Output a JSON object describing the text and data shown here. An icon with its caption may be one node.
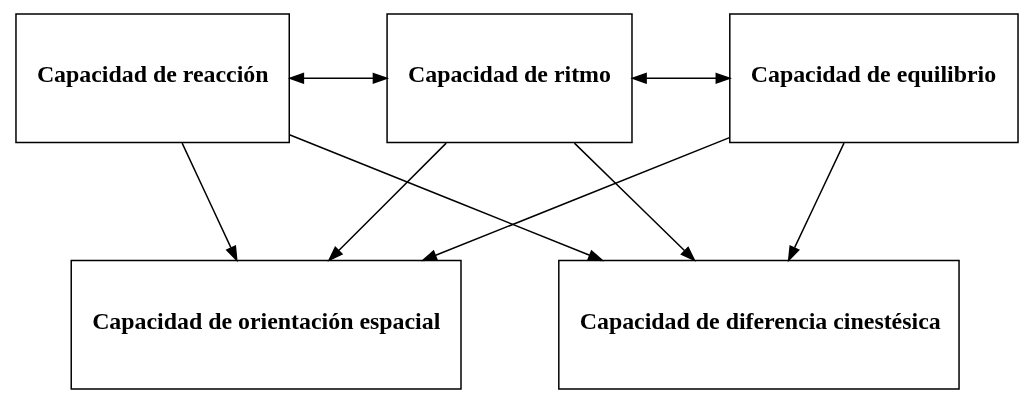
{
  "diagram": {
    "nodes": [
      {
        "text": [
          "Capacidad de reacción"
        ]
      },
      {
        "text": [
          "Capacidad de ritmo"
        ]
      },
      {
        "text": [
          "Capacidad de equilibrio"
        ]
      },
      {
        "text": [
          "Capacidad de orientación espacial"
        ]
      },
      {
        "text": [
          "Capacidad de diferencia cinestésica"
        ]
      }
    ],
    "edges": [
      {
        "from": 0,
        "to": 1,
        "arrow": "both"
      },
      {
        "from": 1,
        "to": 2,
        "arrow": "both"
      },
      {
        "from": 0,
        "to": 3,
        "arrow": "to"
      },
      {
        "from": 0,
        "to": 4,
        "arrow": "to"
      },
      {
        "from": 1,
        "to": 3,
        "arrow": "to"
      },
      {
        "from": 1,
        "to": 4,
        "arrow": "to"
      },
      {
        "from": 2,
        "to": 3,
        "arrow": "to"
      },
      {
        "from": 2,
        "to": 4,
        "arrow": "to"
      }
    ]
  }
}
